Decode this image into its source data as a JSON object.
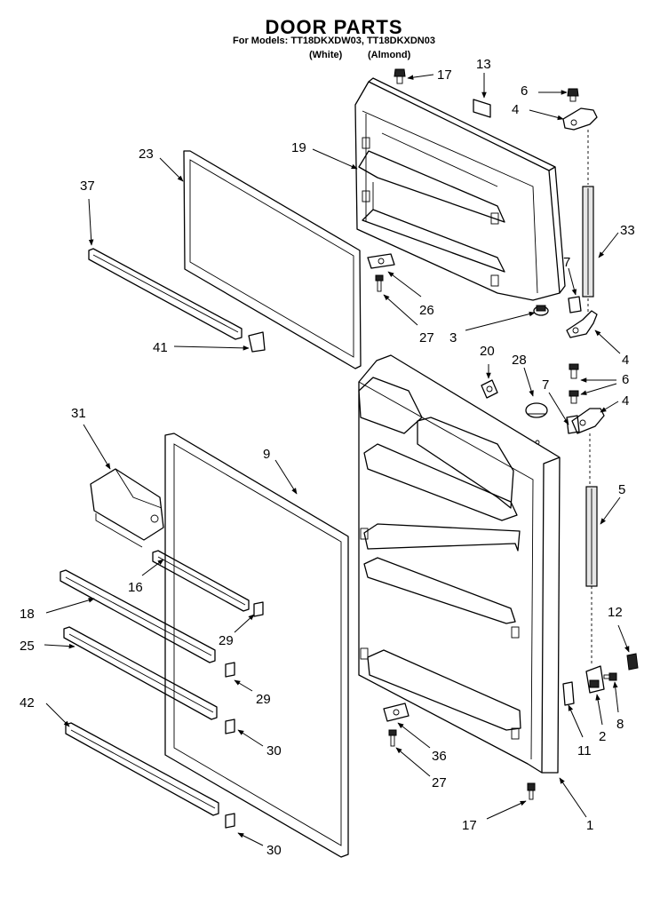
{
  "header": {
    "title": "DOOR PARTS",
    "models": "For Models: TT18DKXDW03, TT18DKXDN03",
    "variant_white": "(White)",
    "variant_almond": "(Almond)"
  },
  "callouts": [
    {
      "id": "c17a",
      "text": "17"
    },
    {
      "id": "c13",
      "text": "13"
    },
    {
      "id": "c6a",
      "text": "6"
    },
    {
      "id": "c4a",
      "text": "4"
    },
    {
      "id": "c19",
      "text": "19"
    },
    {
      "id": "c23",
      "text": "23"
    },
    {
      "id": "c37",
      "text": "37"
    },
    {
      "id": "c33",
      "text": "33"
    },
    {
      "id": "c7a",
      "text": "7"
    },
    {
      "id": "c26",
      "text": "26"
    },
    {
      "id": "c27a",
      "text": "27"
    },
    {
      "id": "c3",
      "text": "3"
    },
    {
      "id": "c4b",
      "text": "4"
    },
    {
      "id": "c41",
      "text": "41"
    },
    {
      "id": "c20",
      "text": "20"
    },
    {
      "id": "c28",
      "text": "28"
    },
    {
      "id": "c6b",
      "text": "6"
    },
    {
      "id": "c7b",
      "text": "7"
    },
    {
      "id": "c4c",
      "text": "4"
    },
    {
      "id": "c31",
      "text": "31"
    },
    {
      "id": "c9",
      "text": "9"
    },
    {
      "id": "c5",
      "text": "5"
    },
    {
      "id": "c16",
      "text": "16"
    },
    {
      "id": "c18",
      "text": "18"
    },
    {
      "id": "c29a",
      "text": "29"
    },
    {
      "id": "c12",
      "text": "12"
    },
    {
      "id": "c25",
      "text": "25"
    },
    {
      "id": "c29b",
      "text": "29"
    },
    {
      "id": "c42",
      "text": "42"
    },
    {
      "id": "c8",
      "text": "8"
    },
    {
      "id": "c2",
      "text": "2"
    },
    {
      "id": "c11",
      "text": "11"
    },
    {
      "id": "c36",
      "text": "36"
    },
    {
      "id": "c30a",
      "text": "30"
    },
    {
      "id": "c27b",
      "text": "27"
    },
    {
      "id": "c17b",
      "text": "17"
    },
    {
      "id": "c1",
      "text": "1"
    },
    {
      "id": "c30b",
      "text": "30"
    }
  ]
}
